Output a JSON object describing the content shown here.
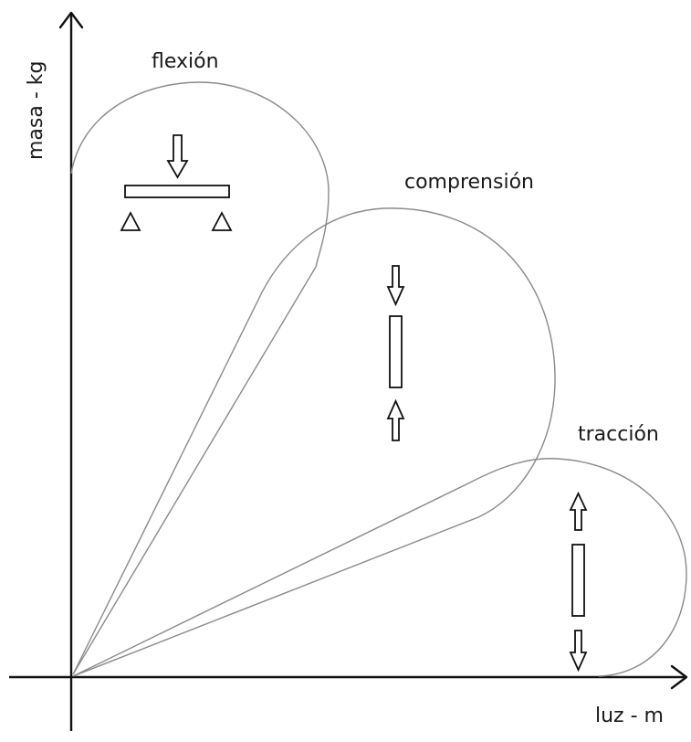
{
  "axes": {
    "y_label": "masa - kg",
    "x_label": "luz - m"
  },
  "regions": [
    {
      "label": "flexión"
    },
    {
      "label": "comprensión"
    },
    {
      "label": "tracción"
    }
  ],
  "colors": {
    "axis": "#111111",
    "lobe_outline": "#8a8a8a",
    "icon_stroke": "#111111"
  }
}
